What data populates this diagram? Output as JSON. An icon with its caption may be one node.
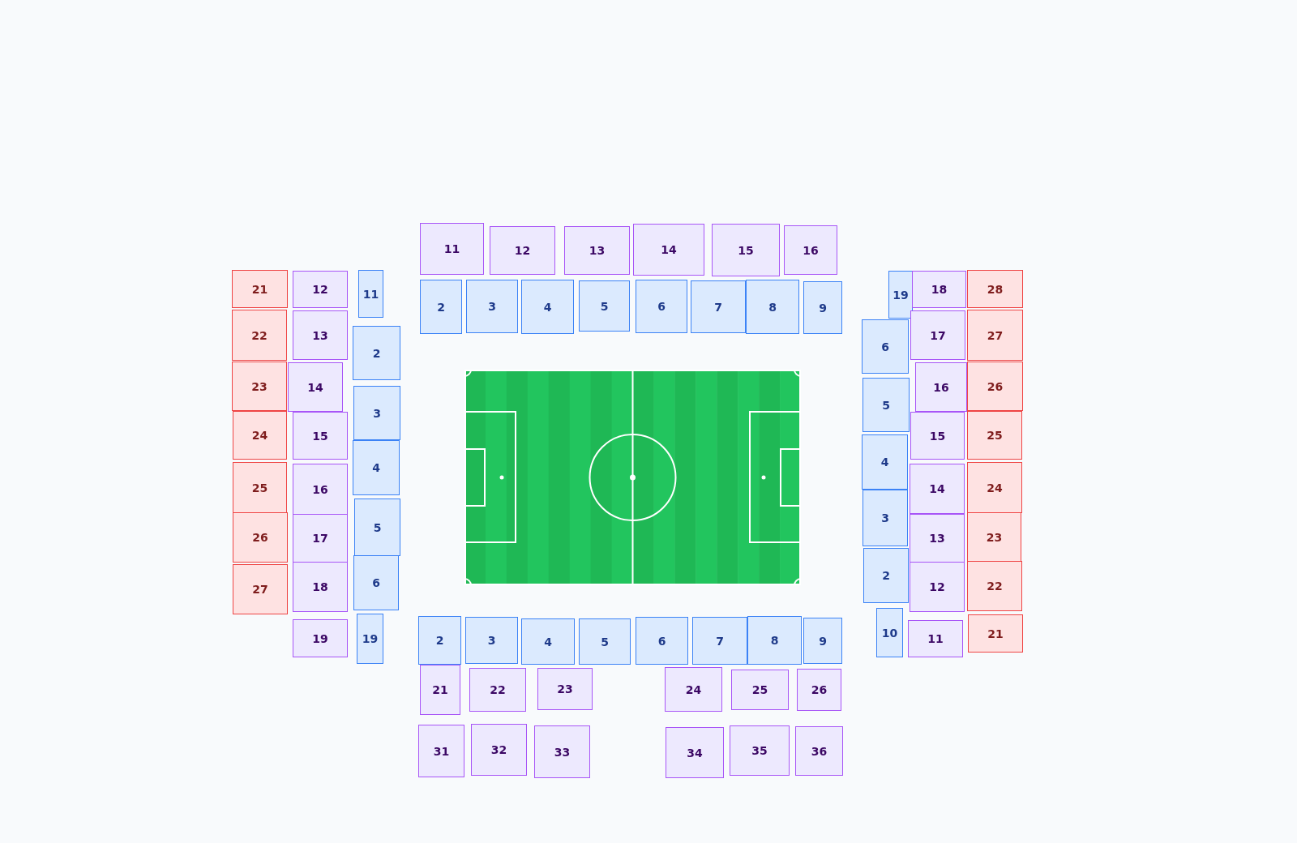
{
  "diagram": {
    "nodes": [
      {
        "text": [
          "11"
        ]
      },
      {
        "text": [
          "12"
        ]
      },
      {
        "text": [
          "13"
        ]
      },
      {
        "text": [
          "14"
        ]
      },
      {
        "text": [
          "15"
        ]
      },
      {
        "text": [
          "16"
        ]
      },
      {
        "text": [
          "2"
        ]
      },
      {
        "text": [
          "3"
        ]
      },
      {
        "text": [
          "4"
        ]
      },
      {
        "text": [
          "5"
        ]
      },
      {
        "text": [
          "6"
        ]
      },
      {
        "text": [
          "7"
        ]
      },
      {
        "text": [
          "8"
        ]
      },
      {
        "text": [
          "9"
        ]
      },
      {
        "text": [
          "21"
        ]
      },
      {
        "text": [
          "22"
        ]
      },
      {
        "text": [
          "23"
        ]
      },
      {
        "text": [
          "24"
        ]
      },
      {
        "text": [
          "25"
        ]
      },
      {
        "text": [
          "26"
        ]
      },
      {
        "text": [
          "27"
        ]
      },
      {
        "text": [
          "12"
        ]
      },
      {
        "text": [
          "13"
        ]
      },
      {
        "text": [
          "14"
        ]
      },
      {
        "text": [
          "15"
        ]
      },
      {
        "text": [
          "16"
        ]
      },
      {
        "text": [
          "17"
        ]
      },
      {
        "text": [
          "18"
        ]
      },
      {
        "text": [
          "19"
        ]
      },
      {
        "text": [
          "11"
        ]
      },
      {
        "text": [
          "2"
        ]
      },
      {
        "text": [
          "3"
        ]
      },
      {
        "text": [
          "4"
        ]
      },
      {
        "text": [
          "5"
        ]
      },
      {
        "text": [
          "6"
        ]
      },
      {
        "text": [
          "19"
        ]
      },
      {
        "text": [
          "19"
        ]
      },
      {
        "text": [
          "6"
        ]
      },
      {
        "text": [
          "5"
        ]
      },
      {
        "text": [
          "4"
        ]
      },
      {
        "text": [
          "3"
        ]
      },
      {
        "text": [
          "2"
        ]
      },
      {
        "text": [
          "10"
        ]
      },
      {
        "text": [
          "18"
        ]
      },
      {
        "text": [
          "17"
        ]
      },
      {
        "text": [
          "16"
        ]
      },
      {
        "text": [
          "15"
        ]
      },
      {
        "text": [
          "14"
        ]
      },
      {
        "text": [
          "13"
        ]
      },
      {
        "text": [
          "12"
        ]
      },
      {
        "text": [
          "11"
        ]
      },
      {
        "text": [
          "28"
        ]
      },
      {
        "text": [
          "27"
        ]
      },
      {
        "text": [
          "26"
        ]
      },
      {
        "text": [
          "25"
        ]
      },
      {
        "text": [
          "24"
        ]
      },
      {
        "text": [
          "23"
        ]
      },
      {
        "text": [
          "22"
        ]
      },
      {
        "text": [
          "21"
        ]
      },
      {
        "text": [
          "2"
        ]
      },
      {
        "text": [
          "3"
        ]
      },
      {
        "text": [
          "4"
        ]
      },
      {
        "text": [
          "5"
        ]
      },
      {
        "text": [
          "6"
        ]
      },
      {
        "text": [
          "7"
        ]
      },
      {
        "text": [
          "8"
        ]
      },
      {
        "text": [
          "9"
        ]
      },
      {
        "text": [
          "21"
        ]
      },
      {
        "text": [
          "22"
        ]
      },
      {
        "text": [
          "23"
        ]
      },
      {
        "text": [
          "24"
        ]
      },
      {
        "text": [
          "25"
        ]
      },
      {
        "text": [
          "26"
        ]
      },
      {
        "text": [
          "31"
        ]
      },
      {
        "text": [
          "32"
        ]
      },
      {
        "text": [
          "33"
        ]
      },
      {
        "text": [
          "34"
        ]
      },
      {
        "text": [
          "35"
        ]
      },
      {
        "text": [
          "36"
        ]
      }
    ]
  }
}
